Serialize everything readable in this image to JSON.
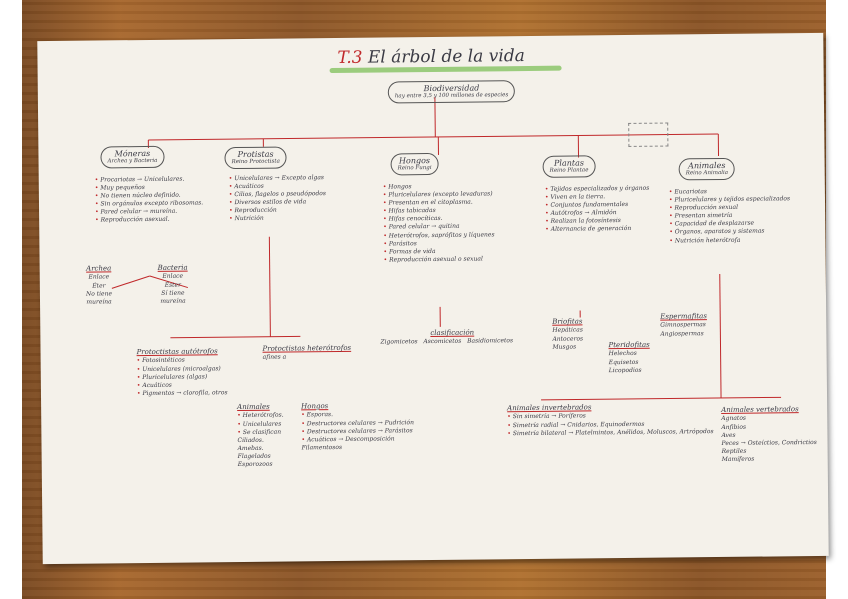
{
  "title": {
    "number": "T.3",
    "text": "El árbol de la vida"
  },
  "root": {
    "label": "Biodiversidad",
    "sub": "hay entre 3,5 y 100 millones de especies"
  },
  "kingdoms": [
    {
      "name": "Móneras",
      "sub": "Archea y Bacteria",
      "items": [
        "Procariotas → Unicelulares.",
        "Muy pequeños",
        "No tienen núcleo definido.",
        "Sin orgánulos excepto ribosomas.",
        "Pared celular → mureína.",
        "Reproducción asexual."
      ]
    },
    {
      "name": "Protistas",
      "sub": "Reino Protoctista",
      "items": [
        "Unicelulares → Excepto algas",
        "Acuáticos",
        "Cilios, flagelos o pseudópodos",
        "Diversos estilos de vida",
        "Reproducción",
        "Nutrición"
      ]
    },
    {
      "name": "Hongos",
      "sub": "Reino Fungi",
      "items": [
        "Hongos",
        "Pluricelulares (excepto levaduras)",
        "Presentan en el citoplasma.",
        "Hifas tabicadas",
        "Hifas cenocíticas.",
        "Pared celular → quitina",
        "Heterótrofos, saprófitos y líquenes",
        "Parásitos",
        "Formas de vida",
        "Reproducción asexual o sexual"
      ]
    },
    {
      "name": "Plantas",
      "sub": "Reino Plantae",
      "items": [
        "Tejidos especializados y órganos",
        "Viven en la tierra.",
        "Conjuntos fundamentales",
        "Autótrofos → Almidón",
        "Realizan la fotosíntesis",
        "Alternancia de generación"
      ]
    },
    {
      "name": "Animales",
      "sub": "Reino Animalia",
      "items": [
        "Eucariotas",
        "Pluricelulares y tejidos especializados",
        "Reproducción sexual",
        "Presentan simetría",
        "Capacidad de desplazarse",
        "Órganos, aparatos y sistemas",
        "Nutrición heterótrofa"
      ]
    }
  ],
  "monera_groups": [
    {
      "name": "Archea",
      "lines": [
        "Enlace",
        "Éter",
        "No tiene",
        "mureína"
      ]
    },
    {
      "name": "Bacteria",
      "lines": [
        "Enlace",
        "Éster",
        "Sí tiene",
        "mureína"
      ]
    }
  ],
  "protist_groups": [
    {
      "name": "Protoctistas autótrofos",
      "items": [
        "Fotosintéticos",
        "Unicelulares (microalgas)",
        "Pluricelulares (algas)",
        "Acuáticos",
        "Pigmentos → clorofila, otros"
      ]
    },
    {
      "name": "Protoctistas heterótrofos",
      "sub": "afines a",
      "animals_head": "Animales",
      "animals": [
        "Heterótrofos.",
        "Unicelulares",
        "Se clasifican",
        "Ciliados.",
        "Amebas.",
        "Flagelados",
        "Esporozoos"
      ],
      "fungi_head": "Hongos",
      "fungi": [
        "Esporas.",
        "Destructores celulares → Pudrición",
        "Destructores celulares → Parásitos",
        "Acuáticos → Descomposición",
        "Filamentosos"
      ]
    }
  ],
  "fungi_classification": {
    "head": "clasificación",
    "items": [
      "Zigomicetos",
      "Ascomicetos",
      "Basidiomicetos"
    ]
  },
  "plant_groups": [
    {
      "name": "Briofitas",
      "items": [
        "Hepáticas",
        "Antoceros",
        "Musgos"
      ]
    },
    {
      "name": "Pteridofitas",
      "items": [
        "Helechos",
        "Equisetos",
        "Licopodios"
      ]
    },
    {
      "name": "Espermafitas",
      "items": [
        "Gimnospermas",
        "Angiospermas"
      ]
    }
  ],
  "invertebrates": {
    "head": "Animales invertebrados",
    "items": [
      "Sin simetría → Poríferos",
      "Simetría radial → Cnidarios, Equinodermos",
      "Simetría bilateral → Platelmintos, Anélidos, Moluscos, Artrópodos"
    ]
  },
  "vertebrates": {
    "head": "Animales vertebrados",
    "items": [
      "Agnatos",
      "Anfibios",
      "Aves",
      "Peces → Osteíctios, Condrictios",
      "Reptiles",
      "Mamíferos"
    ]
  }
}
